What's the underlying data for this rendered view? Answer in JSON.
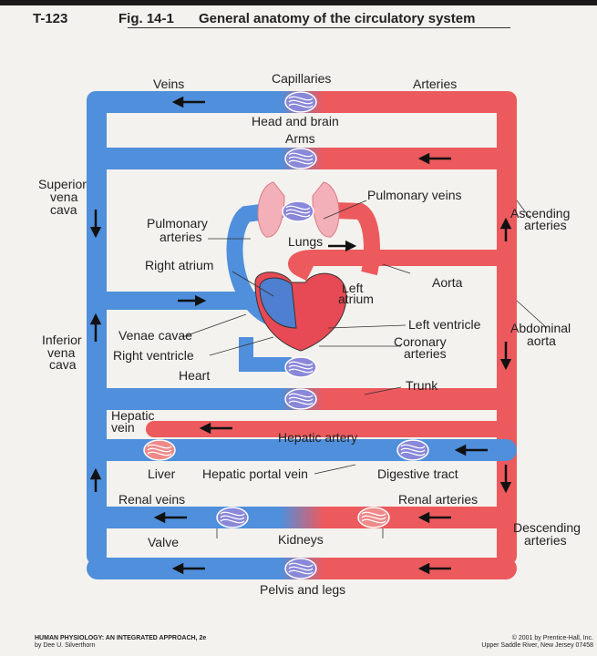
{
  "header": {
    "code": "T-123",
    "fig": "Fig. 14-1",
    "title": "General anatomy of the circulatory system"
  },
  "labels": {
    "veins": "Veins",
    "capillaries": "Capillaries",
    "arteries": "Arteries",
    "head_brain": "Head and brain",
    "arms": "Arms",
    "superior_1": "Superior",
    "superior_2": "vena",
    "superior_3": "cava",
    "pulmonary_veins": "Pulmonary veins",
    "ascending_1": "Ascending",
    "ascending_2": "arteries",
    "pulmonary_arteries_1": "Pulmonary",
    "pulmonary_arteries_2": "arteries",
    "lungs": "Lungs",
    "right_atrium": "Right atrium",
    "left_atrium_1": "Left",
    "left_atrium_2": "atrium",
    "aorta": "Aorta",
    "venae_cavae": "Venae cavae",
    "left_ventricle": "Left ventricle",
    "abdominal_1": "Abdominal",
    "abdominal_2": "aorta",
    "inferior_1": "Inferior",
    "inferior_2": "vena",
    "inferior_3": "cava",
    "coronary_1": "Coronary",
    "coronary_2": "arteries",
    "right_ventricle": "Right ventricle",
    "heart": "Heart",
    "trunk": "Trunk",
    "hepatic_vein_1": "Hepatic",
    "hepatic_vein_2": "vein",
    "hepatic_artery": "Hepatic artery",
    "liver": "Liver",
    "hepatic_portal_vein": "Hepatic portal vein",
    "digestive_tract": "Digestive tract",
    "renal_veins": "Renal veins",
    "renal_arteries": "Renal arteries",
    "valve": "Valve",
    "kidneys": "Kidneys",
    "descending_1": "Descending",
    "descending_2": "arteries",
    "pelvis_legs": "Pelvis and legs"
  },
  "footer": {
    "book_1": "HUMAN PHYSIOLOGY: AN INTEGRATED APPROACH, 2e",
    "book_2": "by Dee U. Silverthorn",
    "copy_1": "© 2001 by Prentice-Hall, Inc.",
    "copy_2": "Upper Saddle River, New Jersey 07458"
  },
  "colors": {
    "vein": "#4f8fdc",
    "artery": "#ec5a5e",
    "capillary": "#8a88d8"
  }
}
